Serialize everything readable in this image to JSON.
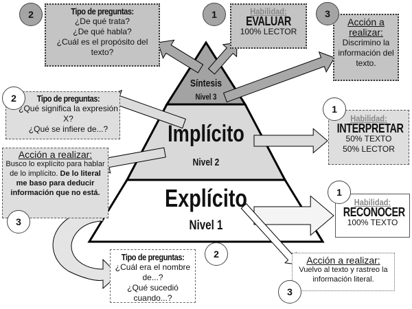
{
  "pyramid": {
    "top": {
      "title": "Síntesis",
      "level": "Nivel 3"
    },
    "middle": {
      "title": "Implícito",
      "level": "Nivel 2"
    },
    "bottom": {
      "title": "Explícito",
      "level": "Nivel 1"
    }
  },
  "colors": {
    "top": "#a3a3a3",
    "middle": "#d9d9d9",
    "bottom": "#ffffff",
    "outline": "#000000"
  },
  "boxes": {
    "sintesis_preguntas": {
      "badge": "2",
      "heading": "Tipo de preguntas:",
      "lines": [
        "¿De qué trata?",
        "¿De qué habla?",
        "¿Cuál es el propósito del texto?"
      ]
    },
    "sintesis_habilidad": {
      "badge": "1",
      "heading": "Habilidad:",
      "skill": "EVALUAR",
      "lines": [
        "100% LECTOR"
      ]
    },
    "sintesis_accion": {
      "badge": "3",
      "heading": "Acción a realizar:",
      "lines": [
        "Discrimino la información del texto."
      ]
    },
    "implicito_preguntas": {
      "badge": "2",
      "heading": "Tipo de preguntas:",
      "lines": [
        "¿Qué significa la expresión X?",
        "¿Qué se infiere de...?"
      ]
    },
    "implicito_habilidad": {
      "badge": "1",
      "heading": "Habilidad:",
      "skill": "INTERPRETAR",
      "lines": [
        "50% TEXTO",
        "50% LECTOR"
      ]
    },
    "implicito_accion": {
      "badge": "3",
      "heading": "Acción a realizar:",
      "text": "Busco lo explícito para hablar de lo implícito.",
      "text_bold": "De lo literal me baso para deducir información que no está."
    },
    "explicito_habilidad": {
      "badge": "1",
      "heading": "Habilidad:",
      "skill": "RECONOCER",
      "lines": [
        "100% TEXTO"
      ]
    },
    "explicito_preguntas": {
      "badge": "2",
      "heading": "Tipo de preguntas:",
      "lines": [
        "¿Cuál era el nombre de...?",
        "¿Qué sucedió cuando...?"
      ]
    },
    "explicito_accion": {
      "badge": "3",
      "heading": "Acción a realizar:",
      "lines": [
        "Vuelvo al texto y rastreo la información literal."
      ]
    }
  }
}
